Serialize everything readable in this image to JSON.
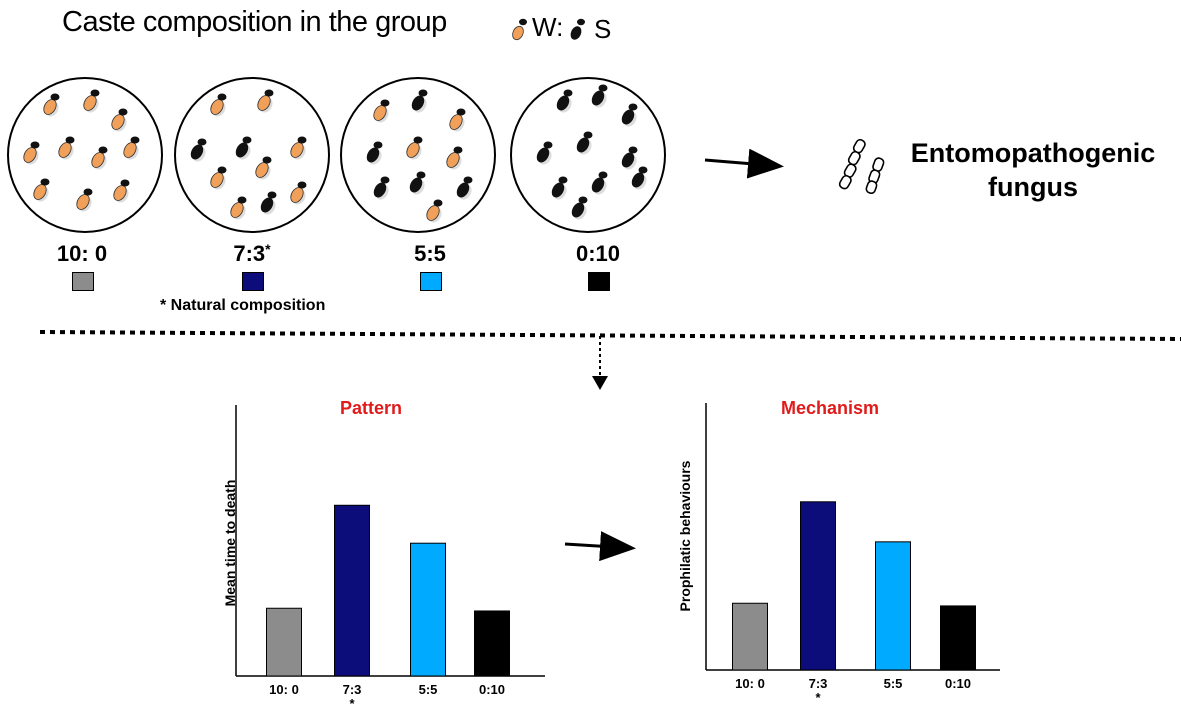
{
  "header": {
    "title": "Caste composition in the group",
    "legend_w": "W:",
    "legend_s": "S"
  },
  "groups": [
    {
      "ratio": "10: 0",
      "color": "#8c8c8c"
    },
    {
      "ratio": "7:3",
      "marker": "*",
      "color": "#0c0c7a"
    },
    {
      "ratio": "5:5",
      "color": "#00aaff"
    },
    {
      "ratio": "0:10",
      "color": "#000000"
    }
  ],
  "footnote": "* Natural composition",
  "fungus_label": "Entomopathogenic fungus",
  "colors": {
    "worker": "#f0a058",
    "soldier": "#111111",
    "title_red": "#e11b1b"
  },
  "chart_data": [
    {
      "type": "bar",
      "title": "Pattern",
      "ylabel": "Mean time to death",
      "categories": [
        "10: 0",
        "7:3",
        "5:5",
        "0:10"
      ],
      "category_marks": [
        "",
        "*",
        "",
        ""
      ],
      "values": [
        0.25,
        0.63,
        0.49,
        0.24
      ],
      "ylim": [
        0,
        1
      ],
      "colors": [
        "#8c8c8c",
        "#0c0c7a",
        "#00aaff",
        "#000000"
      ],
      "grid": false
    },
    {
      "type": "bar",
      "title": "Mechanism",
      "ylabel": "Prophilatic behaviours",
      "categories": [
        "10: 0",
        "7:3",
        "5:5",
        "0:10"
      ],
      "category_marks": [
        "",
        "*",
        "",
        ""
      ],
      "values": [
        0.25,
        0.63,
        0.48,
        0.24
      ],
      "ylim": [
        0,
        1
      ],
      "colors": [
        "#8c8c8c",
        "#0c0c7a",
        "#00aaff",
        "#000000"
      ],
      "grid": false
    }
  ]
}
